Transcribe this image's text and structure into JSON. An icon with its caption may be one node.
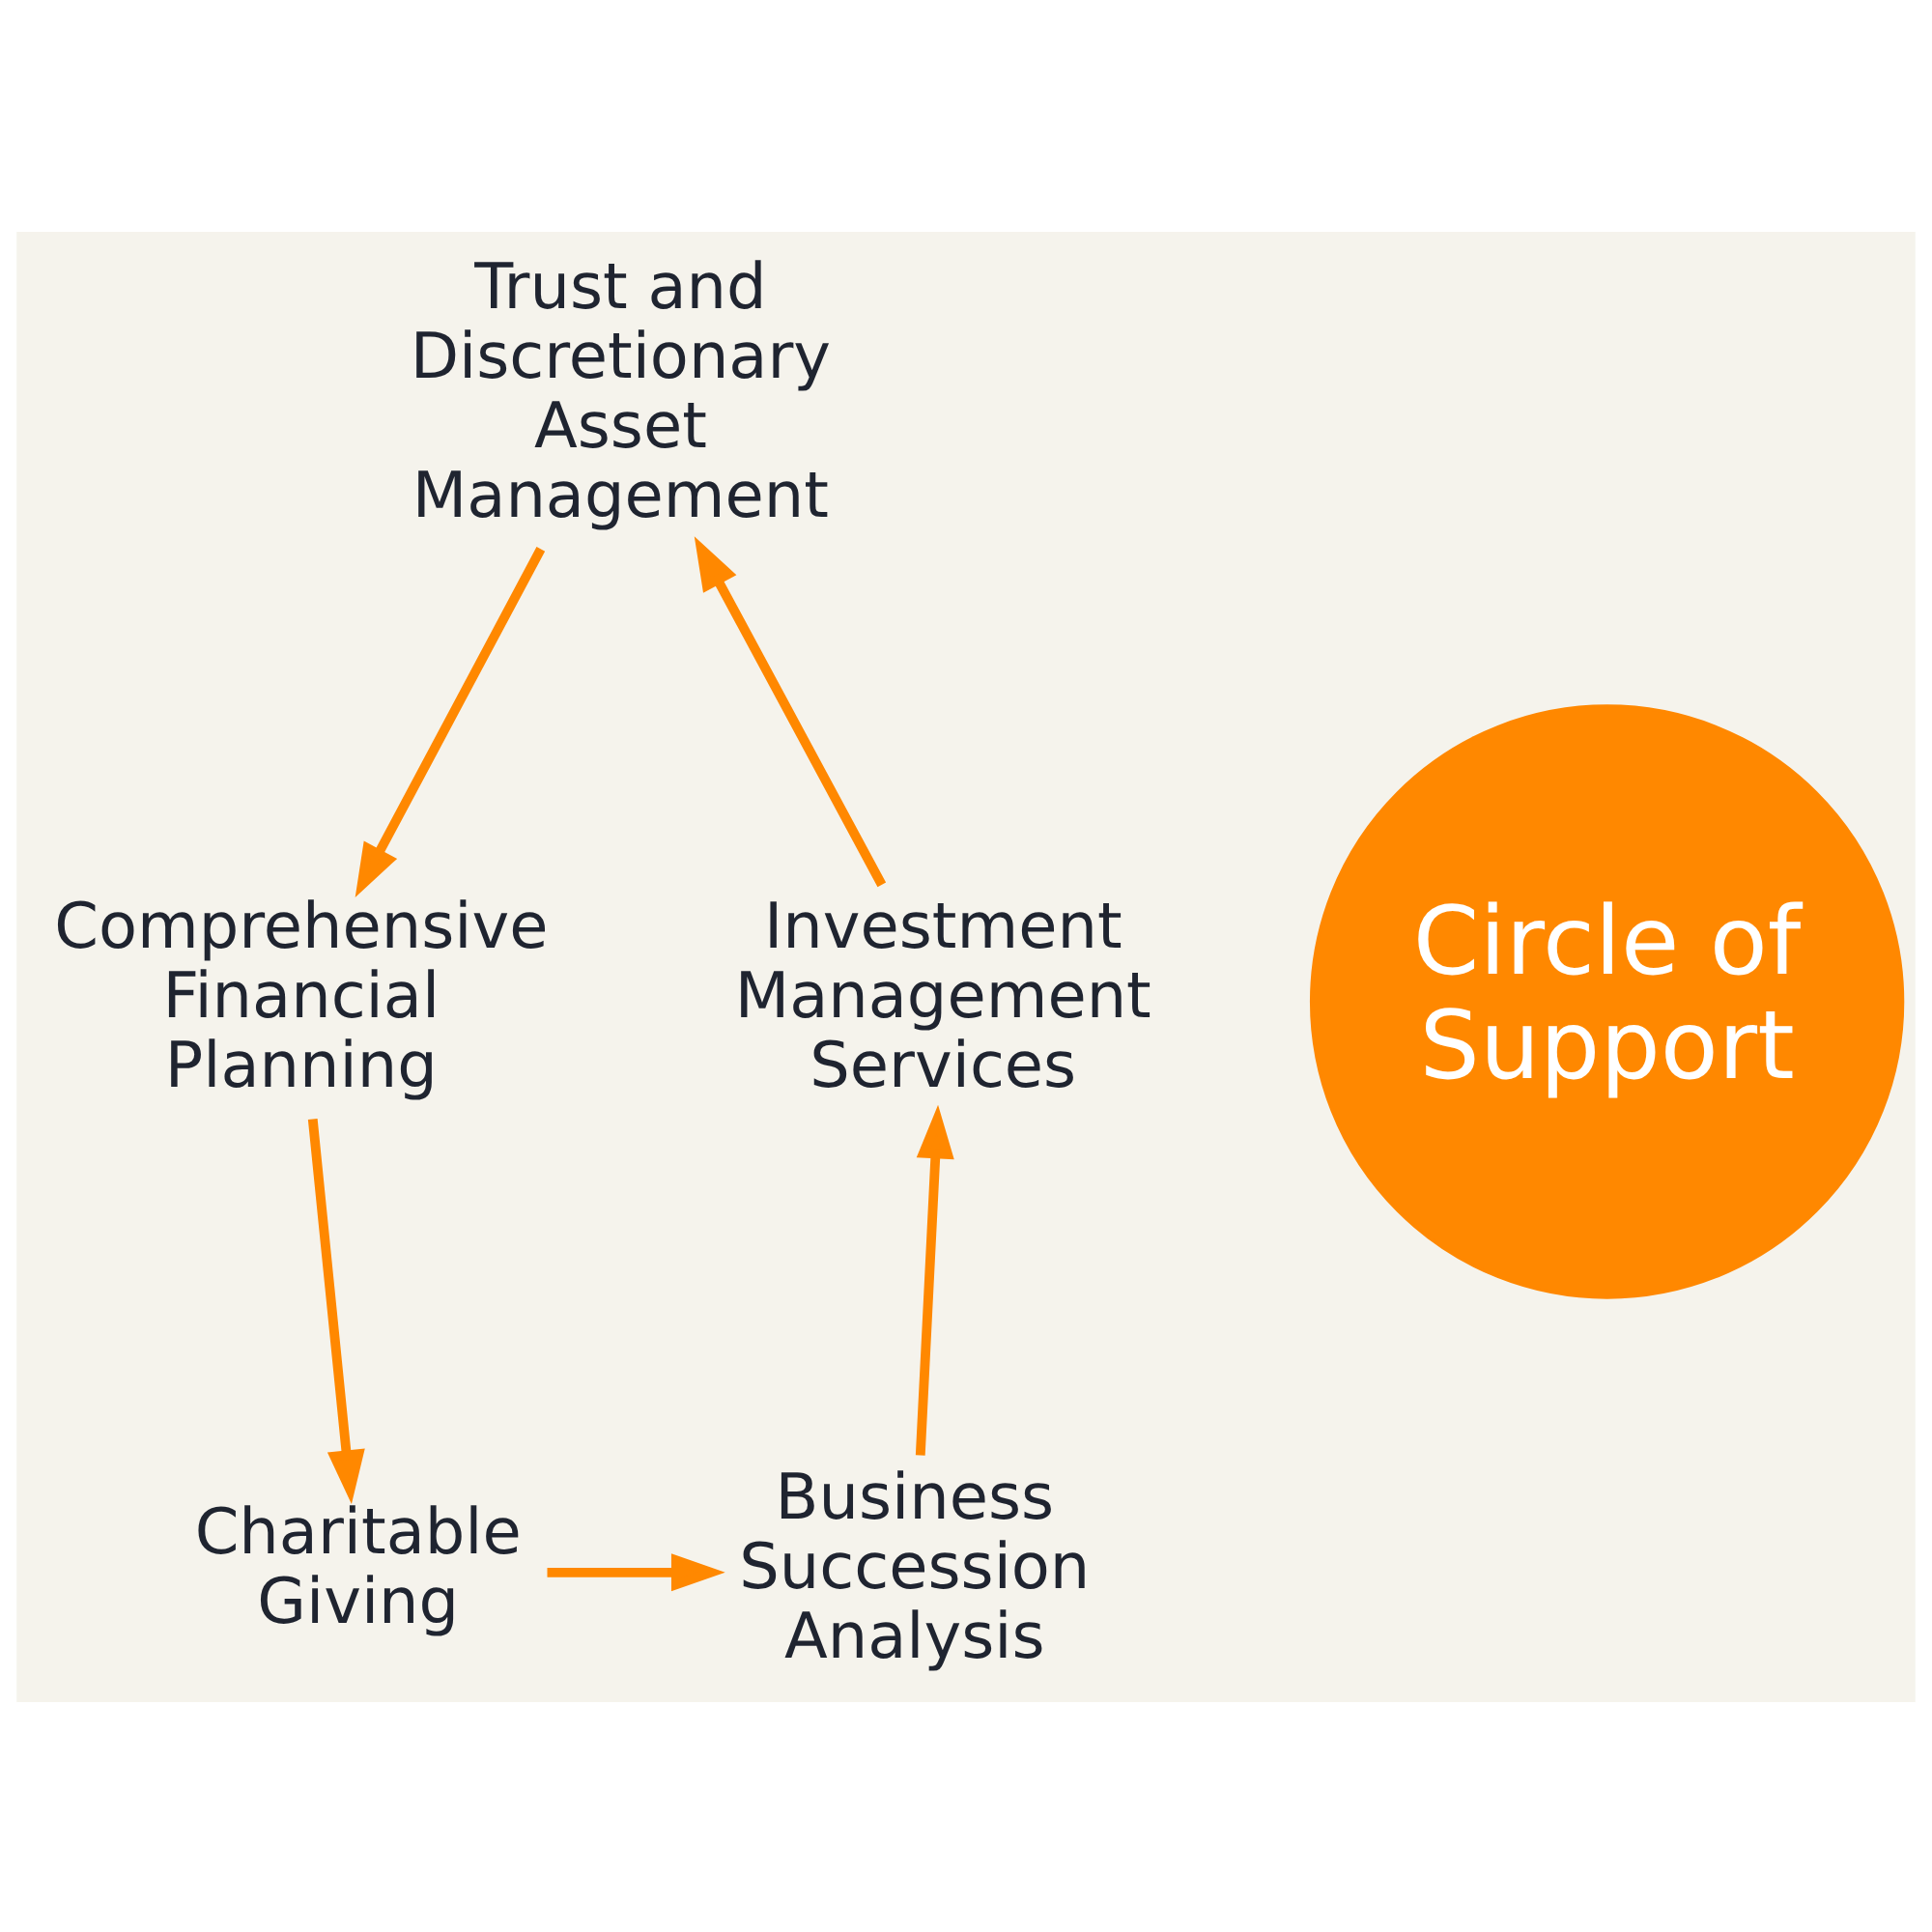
{
  "diagram": {
    "nodes": [
      {
        "text": [
          "Trust and Discretionary Asset Management"
        ]
      },
      {
        "text": [
          "Investment Management Services"
        ]
      },
      {
        "text": [
          "Circle of Support"
        ]
      },
      {
        "text": [
          "Comprehensive Financial Planning"
        ]
      },
      {
        "text": [
          "Business Succession Analysis"
        ]
      },
      {
        "text": [
          "Charitable Giving"
        ]
      }
    ],
    "edges": [
      {
        "from": 0,
        "to": 3,
        "arrow": "to"
      },
      {
        "from": 3,
        "to": 5,
        "arrow": "to"
      },
      {
        "from": 5,
        "to": 4,
        "arrow": "to"
      },
      {
        "from": 4,
        "to": 1,
        "arrow": "to"
      },
      {
        "from": 1,
        "to": 0,
        "arrow": "to"
      }
    ]
  }
}
